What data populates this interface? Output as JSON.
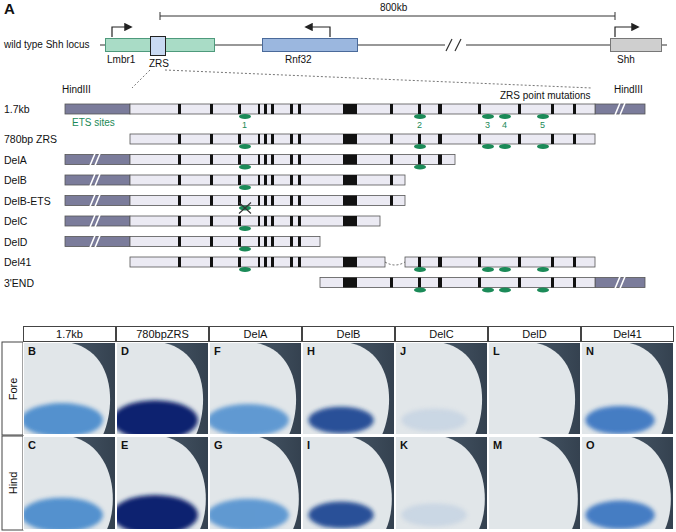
{
  "diagram": {
    "nodes": [
      {
        "text": [
          "Lmbr1"
        ]
      },
      {
        "text": [
          "ZRS"
        ],
        "in": 0
      },
      {
        "text": [
          "Rnf32"
        ]
      },
      {
        "text": [
          "Shh"
        ]
      },
      {
        "text": [
          "1.7kb"
        ]
      },
      {
        "text": [
          "780bpZRS"
        ]
      },
      {
        "text": [
          "DelA"
        ]
      },
      {
        "text": [
          "DelB"
        ]
      },
      {
        "text": [
          "DelC"
        ]
      },
      {
        "text": [
          "DelD"
        ]
      },
      {
        "text": [
          "Del41"
        ]
      },
      {
        "text": [
          "B"
        ]
      },
      {
        "text": [
          "D"
        ]
      },
      {
        "text": [
          "F"
        ]
      },
      {
        "text": [
          "H"
        ]
      },
      {
        "text": [
          "J"
        ]
      },
      {
        "text": [
          "L"
        ]
      },
      {
        "text": [
          "N"
        ]
      },
      {
        "text": [
          "C"
        ]
      },
      {
        "text": [
          "E"
        ]
      },
      {
        "text": [
          "G"
        ]
      },
      {
        "text": [
          "I"
        ]
      },
      {
        "text": [
          "K"
        ]
      },
      {
        "text": [
          "M"
        ]
      },
      {
        "text": [
          "O"
        ]
      }
    ],
    "labels": [
      "A",
      "800kb",
      "wild type Shh locus",
      "HindIII",
      "HindIII",
      "1.7kb",
      "ETS sites",
      "1",
      "2",
      "3",
      "4",
      "5",
      "ZRS point mutations",
      "780bp ZRS",
      "DelA",
      "DelB",
      "DelB-ETS",
      "DelC",
      "DelD",
      "Del41",
      "3'END",
      "Fore",
      "Hind"
    ]
  }
}
